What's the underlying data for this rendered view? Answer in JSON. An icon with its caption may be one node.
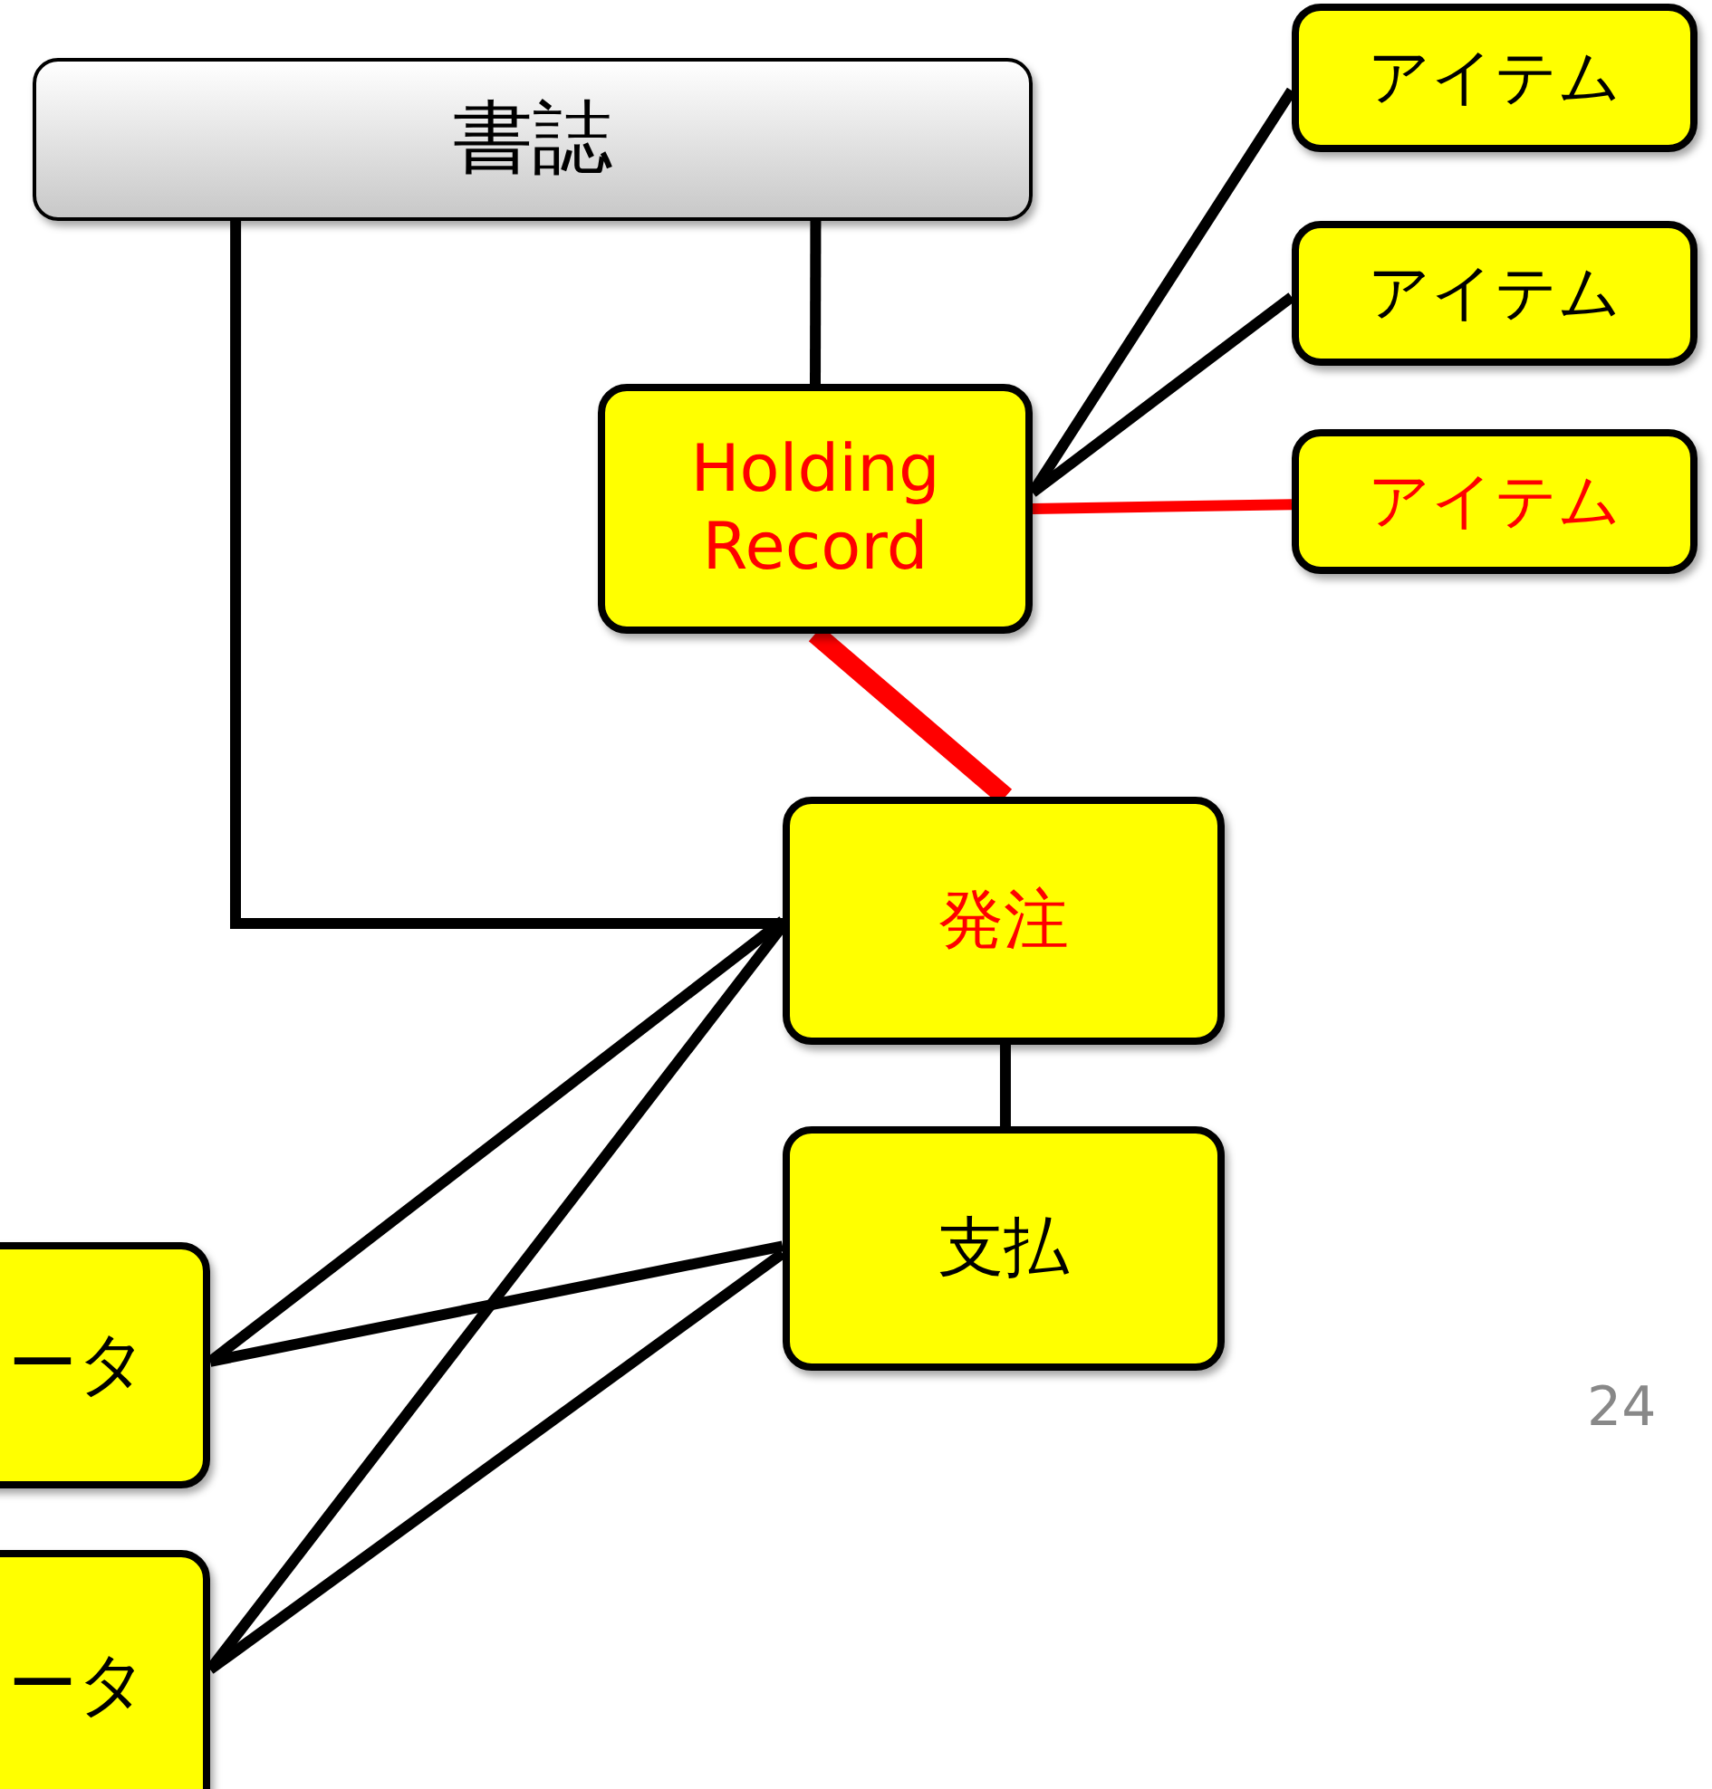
{
  "diagram": {
    "nodes": [
      {
        "text": [
          "書誌"
        ]
      },
      {
        "text": [
          "アイテム"
        ]
      },
      {
        "text": [
          "アイテム"
        ]
      },
      {
        "text": [
          "アイテム"
        ]
      },
      {
        "text": [
          "Holding Record"
        ]
      },
      {
        "text": [
          "発注"
        ]
      },
      {
        "text": [
          "支払"
        ]
      },
      {
        "text": [
          "ータ"
        ]
      },
      {
        "text": [
          "ータ"
        ]
      }
    ],
    "edges": [
      {
        "from": 0,
        "to": 4,
        "arrow": "none"
      },
      {
        "from": 0,
        "to": 5,
        "arrow": "none"
      },
      {
        "from": 4,
        "to": 1,
        "arrow": "none"
      },
      {
        "from": 4,
        "to": 2,
        "arrow": "none"
      },
      {
        "from": 4,
        "to": 3,
        "arrow": "none",
        "color": "#ff0000"
      },
      {
        "from": 4,
        "to": 5,
        "arrow": "none",
        "style": "thick",
        "color": "#ff0000"
      },
      {
        "from": 5,
        "to": 6,
        "arrow": "none"
      },
      {
        "from": 7,
        "to": 5,
        "arrow": "none"
      },
      {
        "from": 7,
        "to": 6,
        "arrow": "none"
      },
      {
        "from": 8,
        "to": 5,
        "arrow": "none"
      },
      {
        "from": 8,
        "to": 6,
        "arrow": "none"
      }
    ],
    "labels": [
      "24"
    ]
  }
}
